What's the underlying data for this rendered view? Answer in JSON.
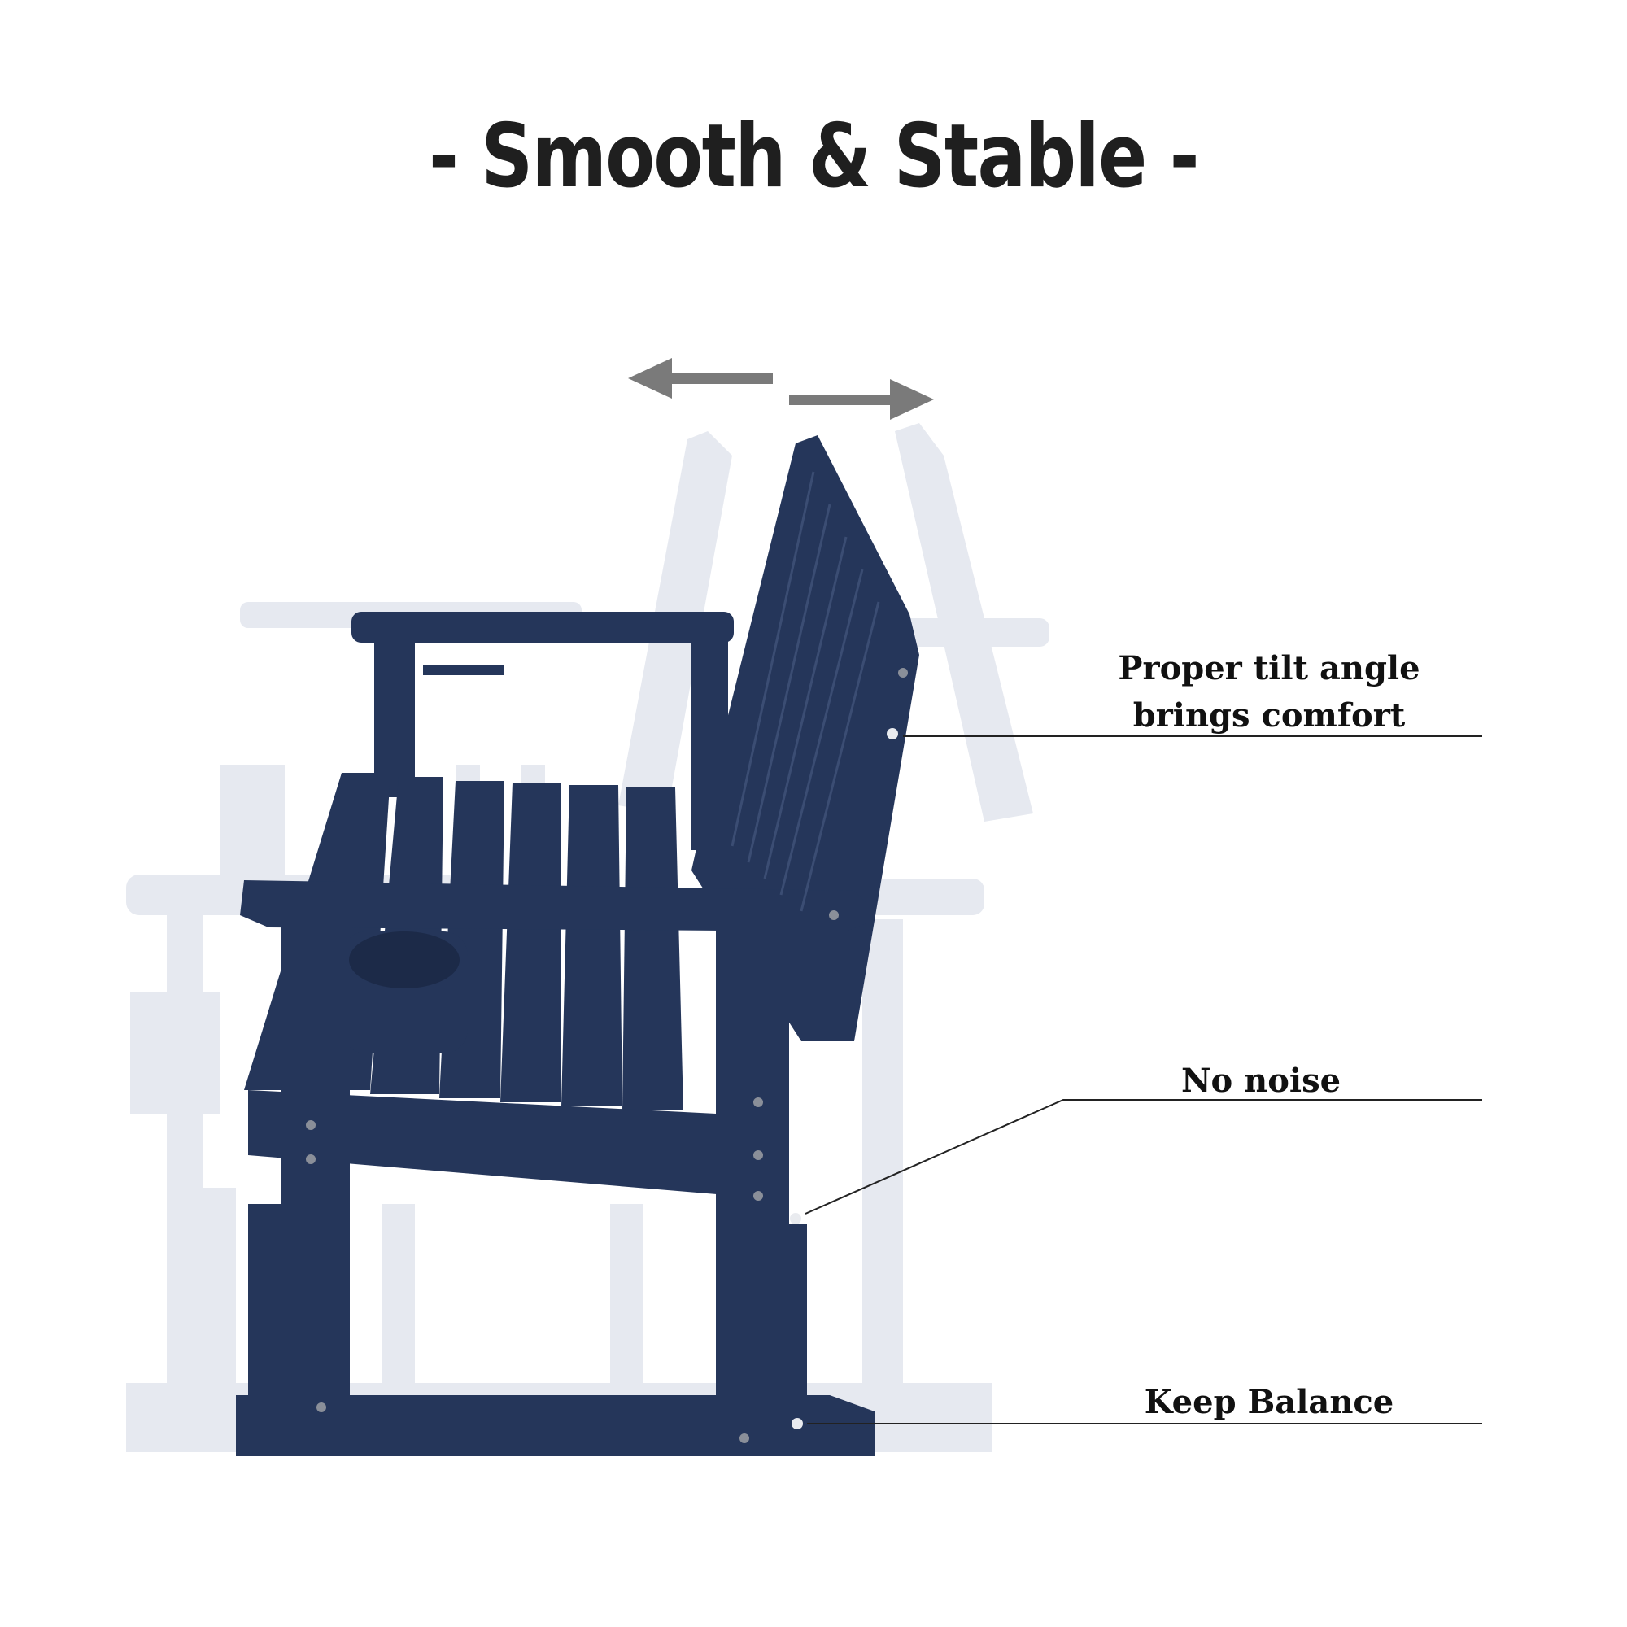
{
  "title": "- Smooth & Stable -",
  "callouts": {
    "tilt_line1": "Proper tilt angle",
    "tilt_line2": "brings comfort",
    "noise": "No noise",
    "balance": "Keep Balance"
  },
  "colors": {
    "bench": "#25365a",
    "ghost": "#e6e9f0",
    "arrow": "#7a7a7a"
  }
}
